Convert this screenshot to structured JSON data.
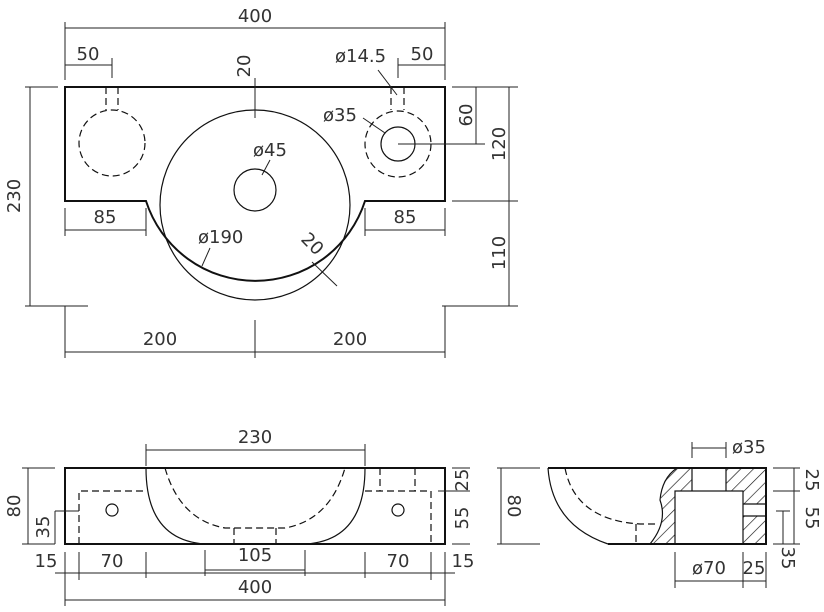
{
  "top_view": {
    "overall_width": "400",
    "left_hole_offset": "50",
    "right_hole_offset": "50",
    "tap_hole_dia": "ø14.5",
    "rim_to_bowl": "20",
    "overflow_dia": "ø35",
    "drain_dia": "ø45",
    "hole_depth": "60",
    "deck_depth": "120",
    "overall_depth": "230",
    "bowl_projection": "110",
    "left_deck_width": "85",
    "right_deck_width": "85",
    "bowl_dia": "ø190",
    "wall_thickness": "20",
    "left_half": "200",
    "right_half": "200"
  },
  "front_view": {
    "bowl_width": "230",
    "height": "80",
    "cavity_height": "35",
    "top_thickness": "25",
    "cavity_depth": "55",
    "left_margin": "15",
    "left_cavity": "70",
    "drain_width": "105",
    "right_cavity": "70",
    "right_margin": "15",
    "overall_width": "400"
  },
  "section_view": {
    "height": "80",
    "hole_dia": "ø35",
    "top_thickness": "25",
    "cavity_depth": "55",
    "side_hole": "35",
    "cavity_dia": "ø70",
    "wall": "25"
  }
}
